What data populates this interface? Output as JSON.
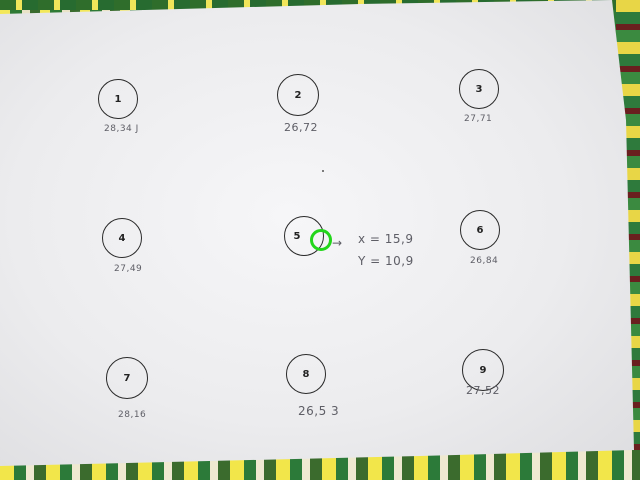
{
  "targets": [
    {
      "number": "1",
      "reading": "28,34 J"
    },
    {
      "number": "2",
      "reading": "26,72"
    },
    {
      "number": "3",
      "reading": "27,71"
    },
    {
      "number": "4",
      "reading": "27,49"
    },
    {
      "number": "5",
      "reading": ""
    },
    {
      "number": "6",
      "reading": "26,84"
    },
    {
      "number": "7",
      "reading": "28,16"
    },
    {
      "number": "8",
      "reading": "26,5 3"
    },
    {
      "number": "9",
      "reading": "27,52"
    }
  ],
  "coordinates": {
    "x": "x = 15,9",
    "y": "Y = 10,9"
  },
  "colors": {
    "marker": "#23d61b",
    "paper": "#ececee",
    "ink": "#5e5e66"
  }
}
